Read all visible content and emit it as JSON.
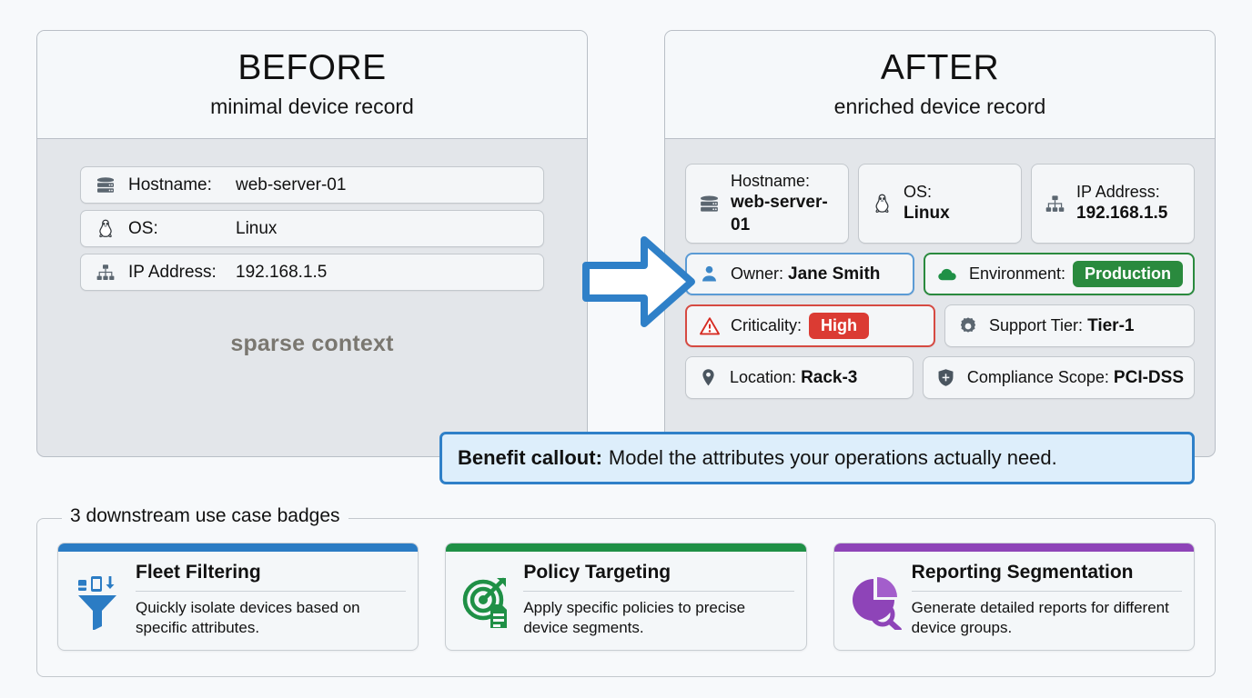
{
  "before": {
    "title": "BEFORE",
    "subtitle": "minimal device record",
    "rows": [
      {
        "icon": "server-icon",
        "label": "Hostname:",
        "value": "web-server-01"
      },
      {
        "icon": "linux-penguin-icon",
        "label": "OS:",
        "value": "Linux"
      },
      {
        "icon": "network-sitemap-icon",
        "label": "IP Address:",
        "value": "192.168.1.5"
      }
    ],
    "footer_note": "sparse context"
  },
  "after": {
    "title": "AFTER",
    "subtitle": "enriched device record",
    "top_cards": [
      {
        "icon": "server-icon",
        "label": "Hostname:",
        "value": "web-server-01"
      },
      {
        "icon": "linux-penguin-icon",
        "label": "OS:",
        "value": "Linux"
      },
      {
        "icon": "network-sitemap-icon",
        "label": "IP Address:",
        "value": "192.168.1.5"
      }
    ],
    "attr_cards": [
      {
        "icon": "person-icon",
        "label": "Owner:",
        "value": "Jane Smith",
        "style": "blue",
        "badge": false
      },
      {
        "icon": "cloud-icon",
        "label": "Environment:",
        "value": "Production",
        "style": "green",
        "badge": true
      },
      {
        "icon": "warning-triangle-icon",
        "label": "Criticality:",
        "value": "High",
        "style": "red",
        "badge": true
      },
      {
        "icon": "gear-icon",
        "label": "Support Tier:",
        "value": "Tier-1",
        "style": "plain",
        "badge": false
      },
      {
        "icon": "location-pin-icon",
        "label": "Location:",
        "value": "Rack-3",
        "style": "plain",
        "badge": false
      },
      {
        "icon": "shield-icon",
        "label": "Compliance Scope:",
        "value": "PCI-DSS",
        "style": "plain",
        "badge": false
      }
    ]
  },
  "arrow": {
    "icon": "right-arrow-icon"
  },
  "callout": {
    "lead": "Benefit callout:",
    "text": "Model the attributes your operations actually need."
  },
  "use_cases": {
    "legend": "3 downstream use case badges",
    "items": [
      {
        "icon": "funnel-devices-icon",
        "title": "Fleet Filtering",
        "desc": "Quickly isolate devices based on specific attributes.",
        "color": "#2b7cc4"
      },
      {
        "icon": "target-document-icon",
        "title": "Policy Targeting",
        "desc": "Apply specific policies to precise device segments.",
        "color": "#1f9046"
      },
      {
        "icon": "pie-search-icon",
        "title": "Reporting Segmentation",
        "desc": "Generate detailed reports for different device groups.",
        "color": "#8e44b8"
      }
    ]
  },
  "colors": {
    "panel_bg": "#e3e6ea",
    "panel_head_bg": "#f5f8fa",
    "page_bg": "#f7f9fb",
    "accent_blue": "#2f80c8",
    "badge_green": "#2a8a3e",
    "badge_red": "#db3b33",
    "callout_bg": "#ddeefb"
  }
}
